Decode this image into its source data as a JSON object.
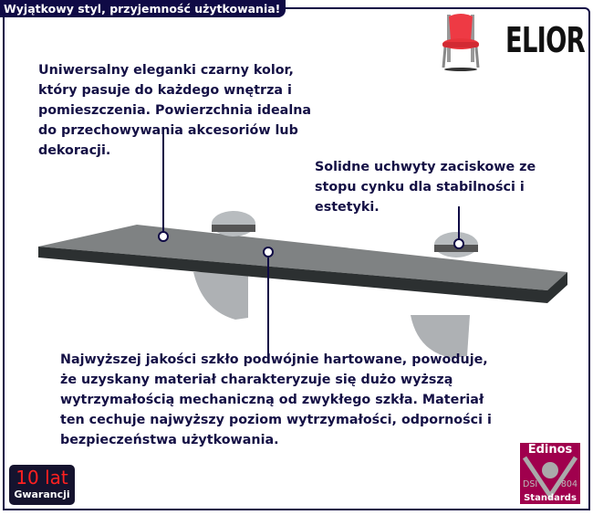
{
  "header": {
    "title": "Wyjątkowy styl, przyjemność użytkowania!"
  },
  "brand": {
    "name": "ELIOR",
    "icon": "red-chair-icon",
    "accent": "#e8343c"
  },
  "callouts": {
    "color": [
      "Uniwersalny eleganki czarny kolor,",
      "który pasuje do każdego wnętrza i",
      "pomieszczenia. Powierzchnia idealna",
      "do przechowywania akcesoriów lub",
      "dekoracji."
    ],
    "clamps": [
      "Solidne uchwyty zaciskowe ze",
      "stopu cynku dla stabilności i",
      "estetyki."
    ],
    "glass": [
      "Najwyższej jakości szkło podwójnie hartowane, powoduje,",
      "że uzyskany materiał charakteryzuje się dużo wyższą",
      "wytrzymałością mechaniczną od zwykłego szkła. Materiał",
      "ten cechuje najwyższy poziom wytrzymałości, odporności i",
      "bezpieczeństwa użytkowania."
    ]
  },
  "warranty": {
    "years": "10 lat",
    "label": "Gwarancji"
  },
  "certificate": {
    "top": "Edinos",
    "left": "DSI",
    "right": "804",
    "bottom": "Standards",
    "color": "#a0004d"
  },
  "colors": {
    "frame": "#0f0a45",
    "text": "#141045"
  }
}
